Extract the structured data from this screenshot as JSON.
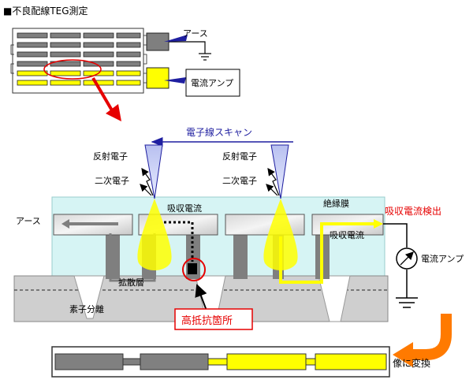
{
  "title": "■不良配線TEG測定",
  "labels": {
    "ground_top": "アース",
    "amp_top": "電流アンプ",
    "scan": "電子線スキャン",
    "reflected_1": "反射電子",
    "secondary_1": "二次電子",
    "reflected_2": "反射電子",
    "secondary_2": "二次電子",
    "absorbed_1": "吸収電流",
    "insulating_film": "絶縁膜",
    "detection": "吸収電流検出",
    "ground_left": "アース",
    "absorbed_2": "吸収電流",
    "amp_right": "電流アンプ",
    "diffusion": "拡散層",
    "isolation": "素子分離",
    "high_resistance": "高抵抗箇所",
    "convert": "像に変換"
  },
  "colors": {
    "yellow": "#ffff00",
    "gray": "#7f7f7f",
    "red": "#e60000",
    "blue": "#1f1fa0",
    "cyan": "#d6f4f4",
    "orange": "#ff7a00"
  }
}
